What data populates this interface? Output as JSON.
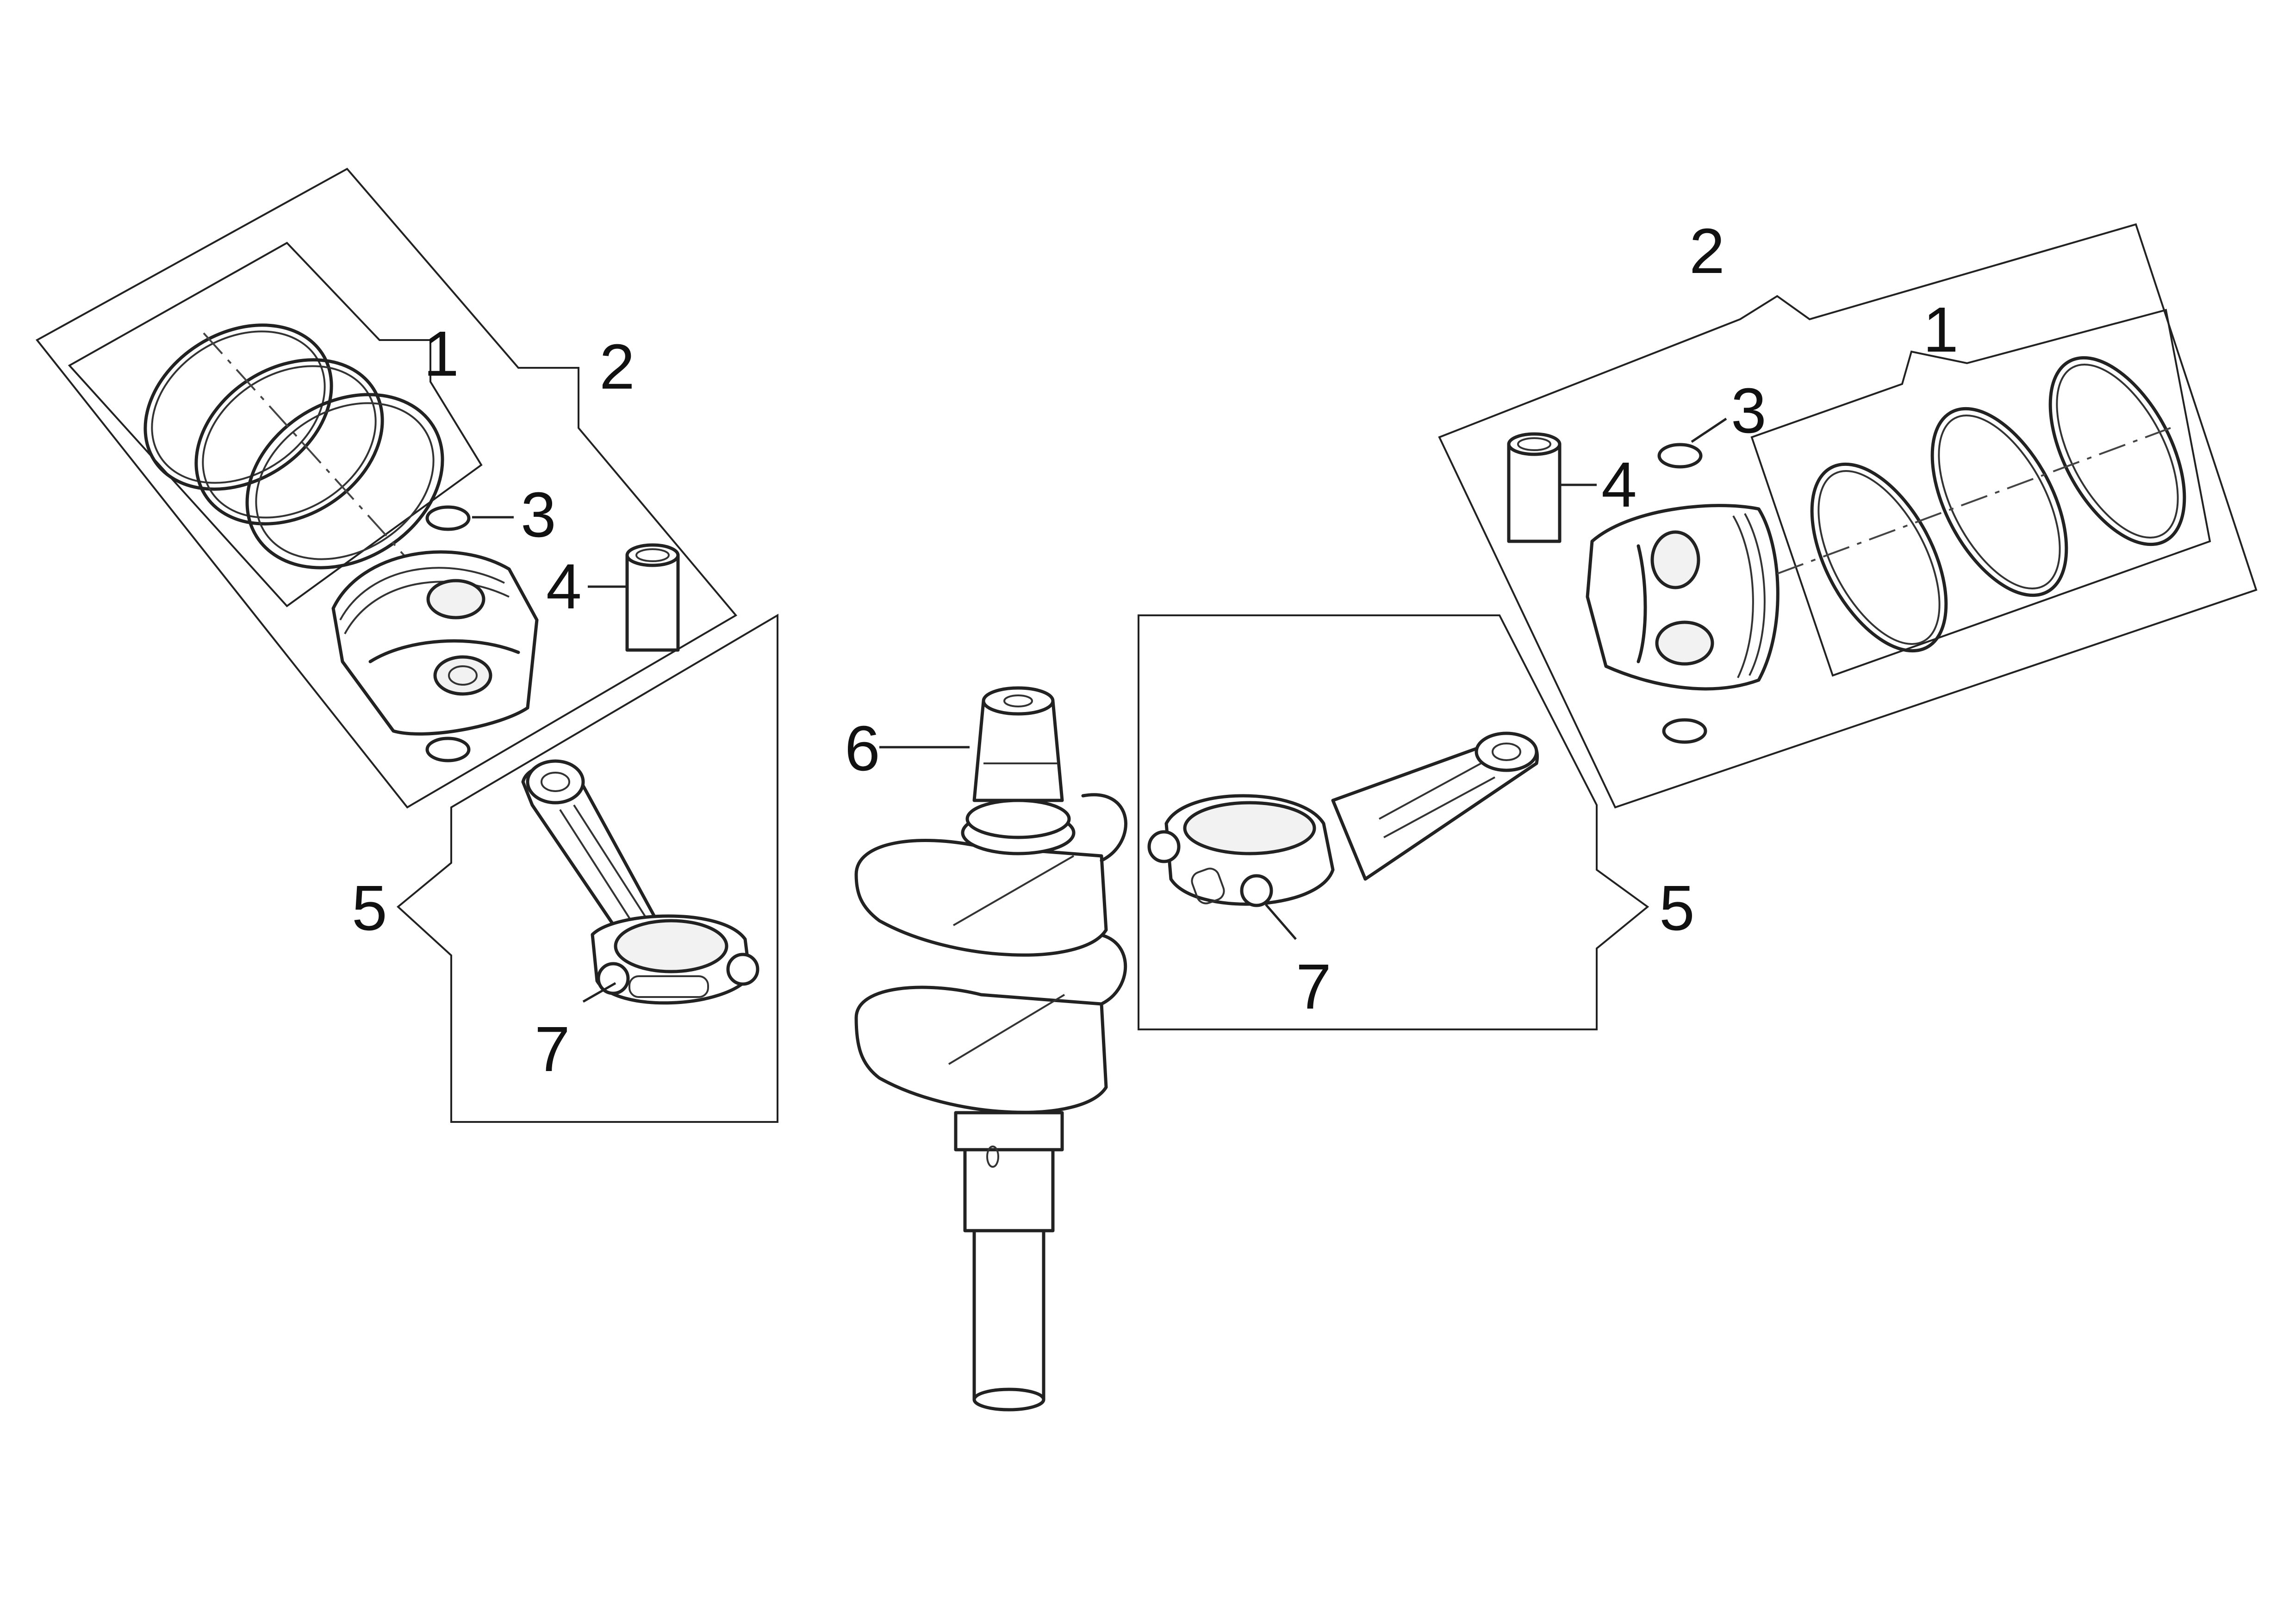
{
  "callouts": {
    "left_ring_set": "1",
    "left_piston_assembly": "2",
    "left_circlip": "3",
    "left_piston_pin": "4",
    "left_connecting_rod_assembly": "5",
    "left_rod_bolt": "7",
    "crankshaft": "6",
    "right_ring_set": "1",
    "right_piston_assembly": "2",
    "right_circlip": "3",
    "right_piston_pin": "4",
    "right_connecting_rod_assembly": "5",
    "right_rod_bolt": "7"
  }
}
